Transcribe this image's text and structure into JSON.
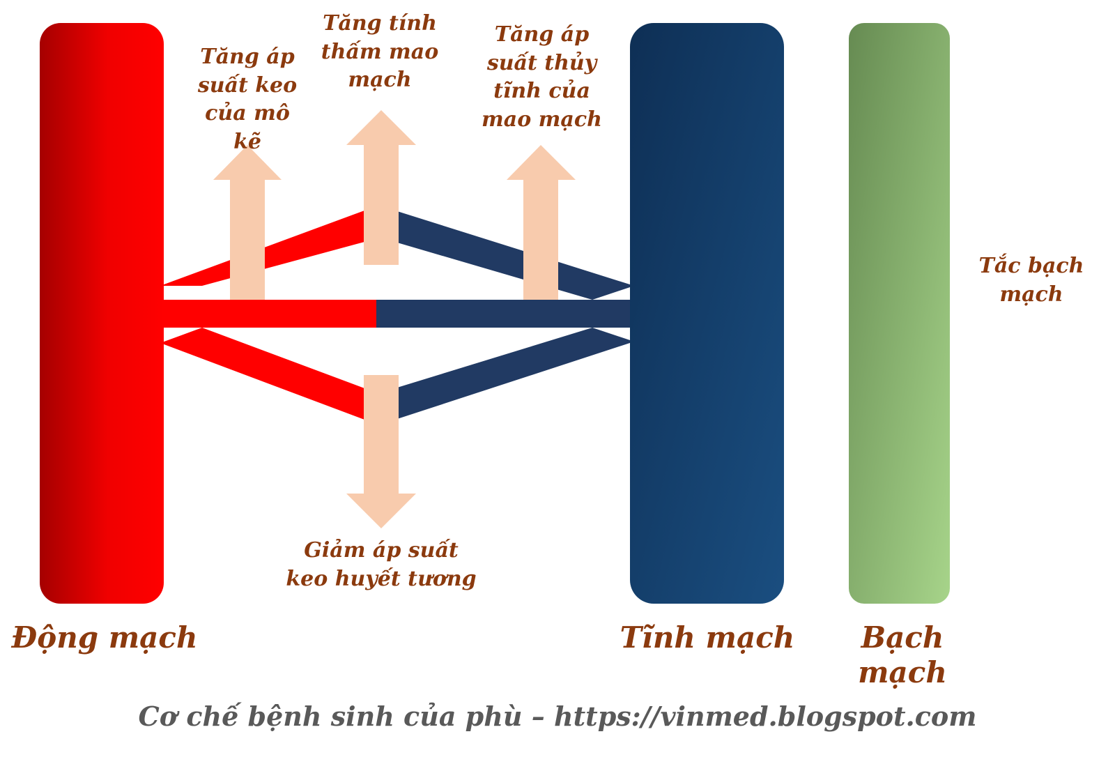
{
  "vessels": {
    "artery_label": "Động mạch",
    "vein_label": "Tĩnh mạch",
    "lymph_label": "Bạch mạch"
  },
  "factors": {
    "colloid_interstitial": "Tăng áp suất keo của mô kẽ",
    "capillary_permeability": "Tăng tính thấm mao mạch",
    "hydrostatic_pressure": "Tăng áp suất thủy tĩnh của mao mạch",
    "plasma_colloid": "Giảm áp suất keo huyết tương",
    "lymph_obstruction": "Tắc bạch mạch"
  },
  "caption": "Cơ chế bệnh sinh của phù – https://vinmed.blogspot.com",
  "colors": {
    "arterial": "#FF0000",
    "venous": "#213A63",
    "arrow": "#F8CBAD",
    "text": "#8B3A0E",
    "lymph_start": "#668B52",
    "lymph_end": "#A7D48A"
  }
}
